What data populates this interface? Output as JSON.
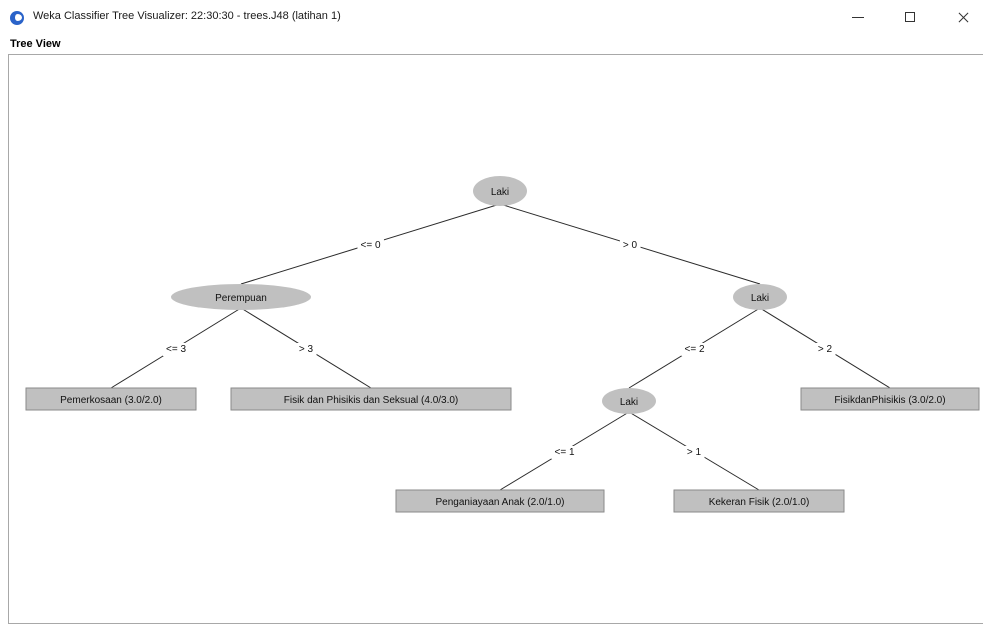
{
  "window": {
    "title": "Weka Classifier Tree Visualizer: 22:30:30 - trees.J48 (latihan 1)",
    "icon": "weka-app-icon"
  },
  "panel": {
    "label": "Tree View"
  },
  "tree": {
    "nodes": [
      {
        "id": "n0",
        "label": "Laki",
        "type": "attribute"
      },
      {
        "id": "n1",
        "label": "Perempuan",
        "type": "attribute"
      },
      {
        "id": "n2",
        "label": "Laki",
        "type": "attribute"
      },
      {
        "id": "n3",
        "label": "Pemerkosaan (3.0/2.0)",
        "type": "leaf"
      },
      {
        "id": "n4",
        "label": "Fisik dan Phisikis dan Seksual (4.0/3.0)",
        "type": "leaf"
      },
      {
        "id": "n5",
        "label": "Laki",
        "type": "attribute"
      },
      {
        "id": "n6",
        "label": "FisikdanPhisikis (3.0/2.0)",
        "type": "leaf"
      },
      {
        "id": "n7",
        "label": "Penganiayaan Anak (2.0/1.0)",
        "type": "leaf"
      },
      {
        "id": "n8",
        "label": "Kekeran Fisik (2.0/1.0)",
        "type": "leaf"
      }
    ],
    "edges": [
      {
        "from": "n0",
        "to": "n1",
        "label": "<= 0"
      },
      {
        "from": "n0",
        "to": "n2",
        "label": "> 0"
      },
      {
        "from": "n1",
        "to": "n3",
        "label": "<= 3"
      },
      {
        "from": "n1",
        "to": "n4",
        "label": "> 3"
      },
      {
        "from": "n2",
        "to": "n5",
        "label": "<= 2"
      },
      {
        "from": "n2",
        "to": "n6",
        "label": "> 2"
      },
      {
        "from": "n5",
        "to": "n7",
        "label": "<= 1"
      },
      {
        "from": "n5",
        "to": "n8",
        "label": "> 1"
      }
    ]
  }
}
